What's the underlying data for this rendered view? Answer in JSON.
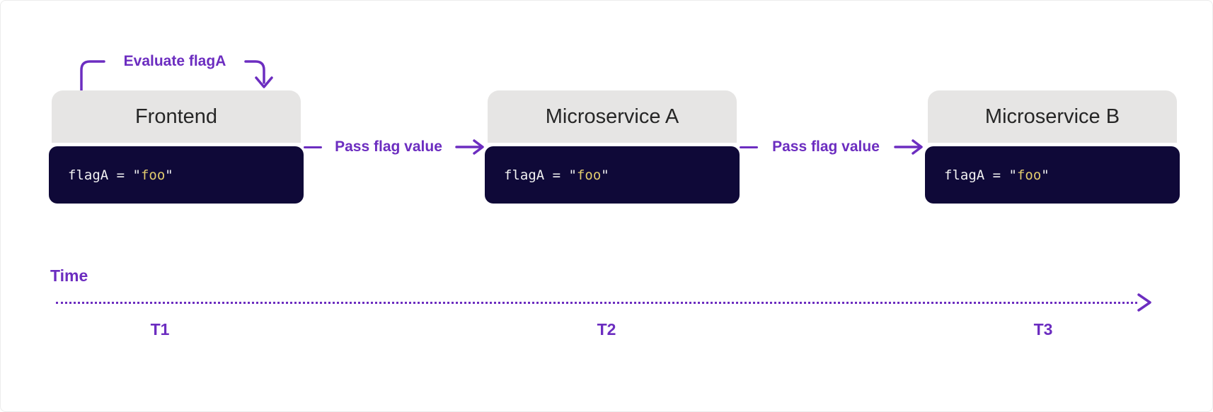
{
  "annotation": {
    "label": "Evaluate flagA"
  },
  "services": [
    {
      "title": "Frontend",
      "code": {
        "prefix": "flagA = \"",
        "value": "foo",
        "suffix": "\""
      }
    },
    {
      "title": "Microservice A",
      "code": {
        "prefix": "flagA = \"",
        "value": "foo",
        "suffix": "\""
      }
    },
    {
      "title": "Microservice B",
      "code": {
        "prefix": "flagA = \"",
        "value": "foo",
        "suffix": "\""
      }
    }
  ],
  "connectors": [
    {
      "label": "Pass flag value"
    },
    {
      "label": "Pass flag value"
    }
  ],
  "timeline": {
    "label": "Time",
    "ticks": [
      "T1",
      "T2",
      "T3"
    ]
  },
  "colors": {
    "accent": "#6c2dc0",
    "code-bg": "#0f0938",
    "code-text": "#f2f2f2",
    "code-string": "#e2cb6e",
    "header-bg": "#e6e5e4",
    "title-text": "#262626"
  }
}
